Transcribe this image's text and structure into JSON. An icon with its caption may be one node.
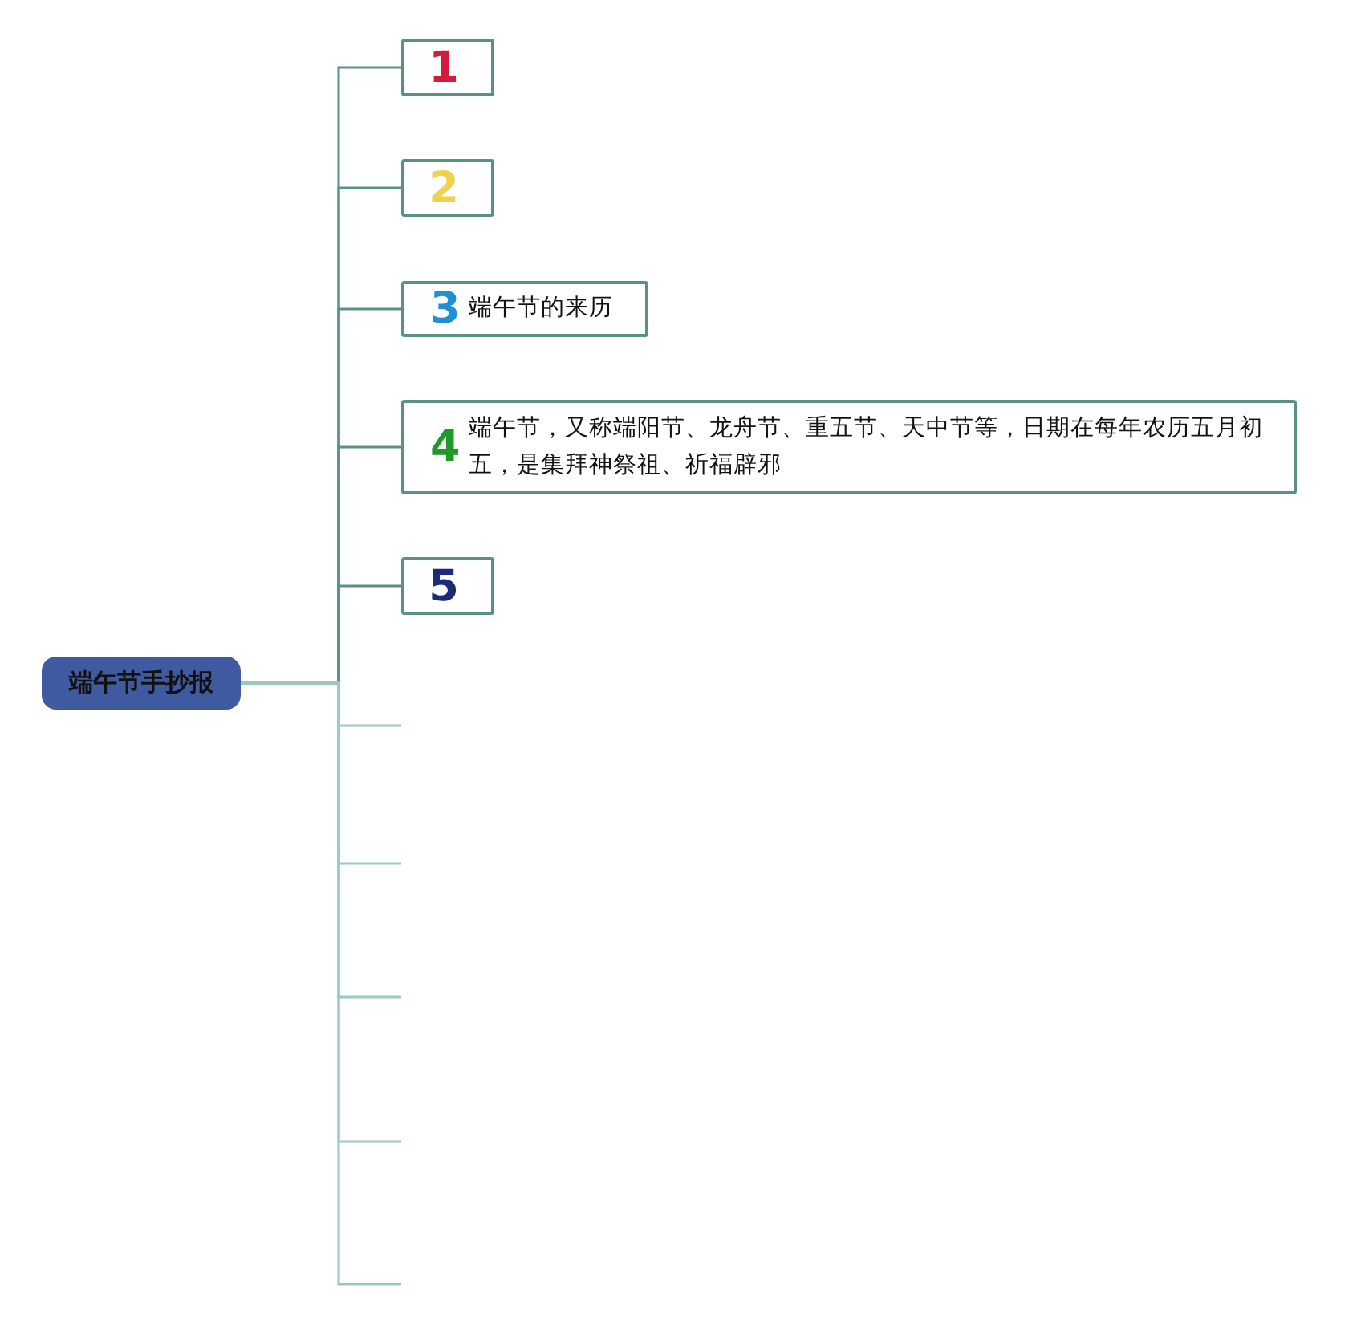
{
  "diagram": {
    "nodes": [
      {
        "text": [
          "端午节手抄报"
        ]
      },
      {
        "text": [
          "1"
        ]
      },
      {
        "text": [
          "2"
        ]
      },
      {
        "text": [
          "3",
          "端午节的来历"
        ]
      },
      {
        "text": [
          "4",
          "端午节，又称端阳节、龙舟节、重五节、天中节等，日期在每年农历五月初五，是集拜神祭祖、祈福辟邪"
        ]
      },
      {
        "text": [
          "5"
        ]
      }
    ],
    "edges": [
      {
        "from": 0,
        "to": 1,
        "arrow": "none"
      },
      {
        "from": 0,
        "to": 2,
        "arrow": "none"
      },
      {
        "from": 0,
        "to": 3,
        "arrow": "none"
      },
      {
        "from": 0,
        "to": 4,
        "arrow": "none"
      },
      {
        "from": 0,
        "to": 5,
        "arrow": "none"
      },
      {
        "from": 0,
        "to": null,
        "arrow": "none"
      },
      {
        "from": 0,
        "to": null,
        "arrow": "none"
      },
      {
        "from": 0,
        "to": null,
        "arrow": "none"
      },
      {
        "from": 0,
        "to": null,
        "arrow": "none"
      },
      {
        "from": 0,
        "to": null,
        "arrow": "none"
      }
    ]
  }
}
